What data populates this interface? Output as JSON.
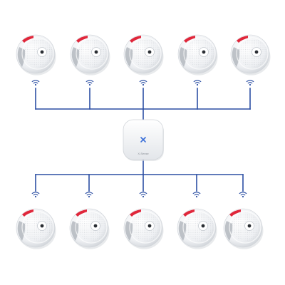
{
  "colors": {
    "connector_line": "#2c4fa3",
    "wifi_signal": "#2c4fa3",
    "detector_body": "#f4f5f7",
    "detector_shadow": "#d5d8dc",
    "detector_red_indicator": "#e0263a",
    "hub_body": "#f3f4f6",
    "hub_logo": "#3a6fd8"
  },
  "hub": {
    "logo_icon": "x-logo-icon",
    "brand_label": "X-Sense"
  },
  "top_row": {
    "detectors": [
      {
        "device": "smoke-detector",
        "signal_icon": "wifi-signal-icon"
      },
      {
        "device": "smoke-detector",
        "signal_icon": "wifi-signal-icon"
      },
      {
        "device": "smoke-detector",
        "signal_icon": "wifi-signal-icon"
      },
      {
        "device": "smoke-detector",
        "signal_icon": "wifi-signal-icon"
      },
      {
        "device": "smoke-detector",
        "signal_icon": "wifi-signal-icon"
      }
    ]
  },
  "bottom_row": {
    "detectors": [
      {
        "device": "smoke-detector",
        "signal_icon": "wifi-signal-icon"
      },
      {
        "device": "smoke-detector",
        "signal_icon": "wifi-signal-icon"
      },
      {
        "device": "smoke-detector",
        "signal_icon": "wifi-signal-icon"
      },
      {
        "device": "smoke-detector",
        "signal_icon": "wifi-signal-icon"
      },
      {
        "device": "smoke-detector",
        "signal_icon": "wifi-signal-icon"
      }
    ]
  }
}
